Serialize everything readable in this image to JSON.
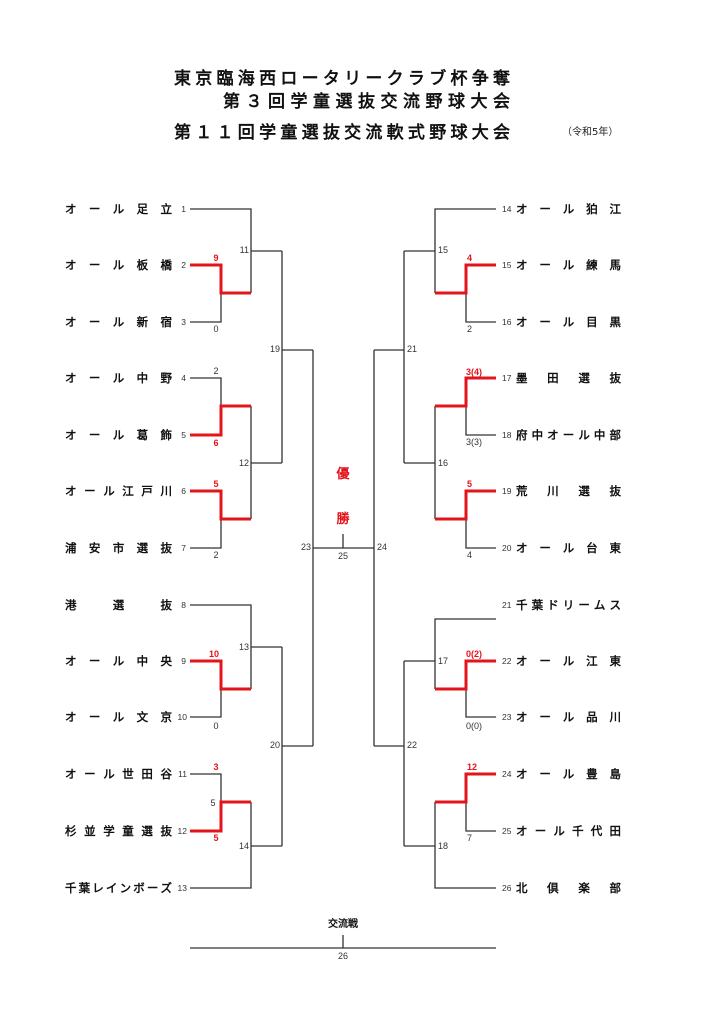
{
  "title": {
    "line1": "東京臨海西ロータリークラブ杯争奪",
    "line2": "第３回学童選抜交流野球大会",
    "line3": "第１１回学童選抜交流軟式野球大会",
    "year": "（令和5年）"
  },
  "colors": {
    "winner": "#e3141b",
    "line": "#333333"
  },
  "left_teams": [
    {
      "no": "1",
      "name": "オール足立"
    },
    {
      "no": "2",
      "name": "オール板橋"
    },
    {
      "no": "3",
      "name": "オール新宿"
    },
    {
      "no": "4",
      "name": "オール中野"
    },
    {
      "no": "5",
      "name": "オール葛飾"
    },
    {
      "no": "6",
      "name": "オール江戸川"
    },
    {
      "no": "7",
      "name": "浦安市選抜"
    },
    {
      "no": "8",
      "name": "港選抜"
    },
    {
      "no": "9",
      "name": "オール中央"
    },
    {
      "no": "10",
      "name": "オール文京"
    },
    {
      "no": "11",
      "name": "オール世田谷"
    },
    {
      "no": "12",
      "name": "杉並学童選抜"
    },
    {
      "no": "13",
      "name": "千葉レインボーズ"
    }
  ],
  "right_teams": [
    {
      "no": "14",
      "name": "オール狛江"
    },
    {
      "no": "15",
      "name": "オール練馬"
    },
    {
      "no": "16",
      "name": "オール目黒"
    },
    {
      "no": "17",
      "name": "墨田選抜"
    },
    {
      "no": "18",
      "name": "府中オール中部"
    },
    {
      "no": "19",
      "name": "荒川選抜"
    },
    {
      "no": "20",
      "name": "オール台東"
    },
    {
      "no": "21",
      "name": "千葉ドリームス"
    },
    {
      "no": "22",
      "name": "オール江東"
    },
    {
      "no": "23",
      "name": "オール品川"
    },
    {
      "no": "24",
      "name": "オール豊島"
    },
    {
      "no": "25",
      "name": "オール千代田"
    },
    {
      "no": "26",
      "name": "北倶楽部"
    }
  ],
  "matches": {
    "m11": "11",
    "m12": "12",
    "m13": "13",
    "m14": "14",
    "m15": "15",
    "m16": "16",
    "m17": "17",
    "m18": "18",
    "m19": "19",
    "m20": "20",
    "m21": "21",
    "m22": "22",
    "m23": "23",
    "m24": "24",
    "m25": "25",
    "m26": "26"
  },
  "scores": {
    "left": [
      {
        "team": "2",
        "value": "9",
        "winner": true
      },
      {
        "team": "3",
        "value": "0",
        "winner": false
      },
      {
        "team": "4",
        "value": "2",
        "winner": false
      },
      {
        "team": "5",
        "value": "6",
        "winner": true
      },
      {
        "team": "6",
        "value": "5",
        "winner": true
      },
      {
        "team": "7",
        "value": "2",
        "winner": false
      },
      {
        "team": "9",
        "value": "10",
        "winner": true
      },
      {
        "team": "10",
        "value": "0",
        "winner": false
      },
      {
        "team": "11",
        "value": "3",
        "winner": true
      },
      {
        "team": "11-12",
        "value": "5",
        "winner": false
      },
      {
        "team": "12",
        "value": "5",
        "winner": true
      }
    ],
    "right": [
      {
        "team": "15",
        "value": "4",
        "winner": true
      },
      {
        "team": "16",
        "value": "2",
        "winner": false
      },
      {
        "team": "17",
        "value": "3(4)",
        "winner": true
      },
      {
        "team": "18",
        "value": "3(3)",
        "winner": false
      },
      {
        "team": "19",
        "value": "5",
        "winner": true
      },
      {
        "team": "20",
        "value": "4",
        "winner": false
      },
      {
        "team": "22",
        "value": "0(2)",
        "winner": true
      },
      {
        "team": "23",
        "value": "0(0)",
        "winner": false
      },
      {
        "team": "24",
        "value": "12",
        "winner": true
      },
      {
        "team": "25",
        "value": "7",
        "winner": false
      }
    ]
  },
  "final": {
    "label_1": "優",
    "label_2": "勝"
  },
  "exchange": {
    "label": "交流戦"
  }
}
